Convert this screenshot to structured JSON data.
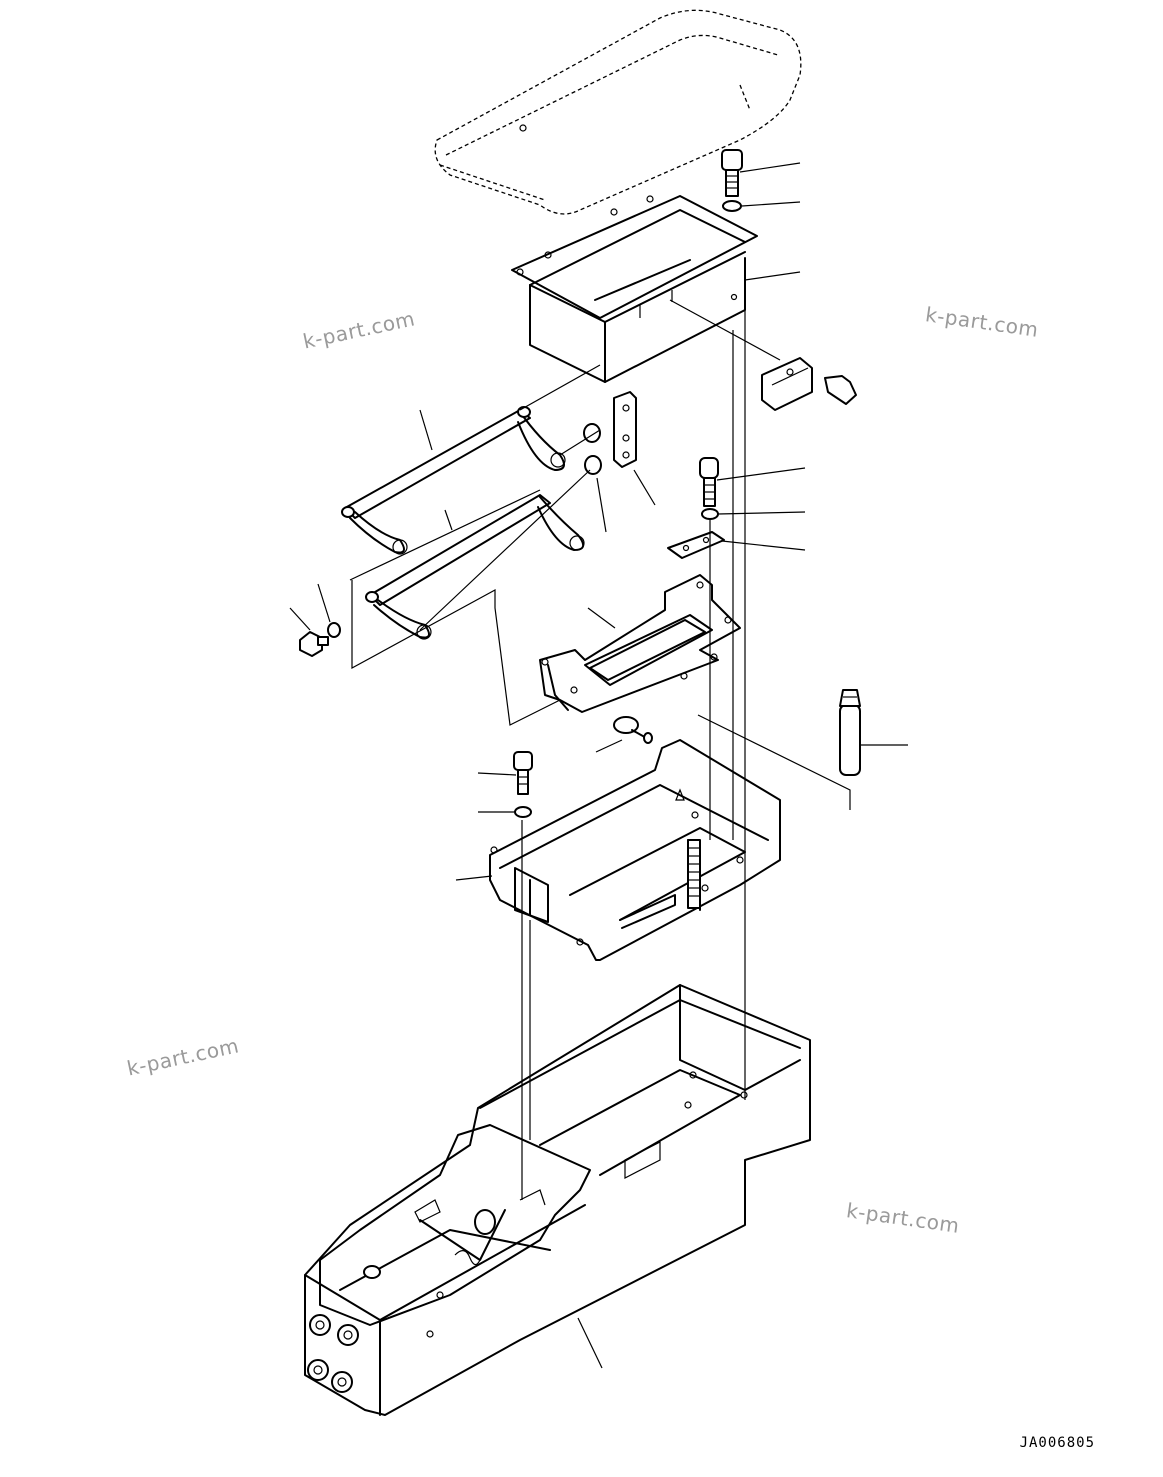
{
  "watermarks": [
    "k-part.com",
    "k-part.com",
    "k-part.com",
    "k-part.com"
  ],
  "drawing_code": "JA006805",
  "colors": {
    "line": "#000000",
    "watermark": "#9a9a9a",
    "background": "#ffffff"
  }
}
